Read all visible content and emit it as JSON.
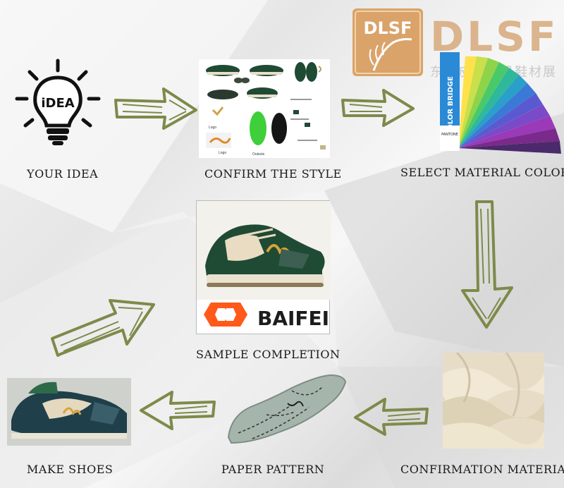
{
  "brand": {
    "dlsf_badge": "DLSF",
    "dlsf_text": "DLSF",
    "dlsf_chinese": "东莞皮革鞋机鞋材展",
    "baifei": "BAIFEI",
    "logo_color": "#d9a36a",
    "baifei_color": "#ff5a1a"
  },
  "steps": {
    "idea": "YOUR IDEA",
    "style": "CONFIRM THE STYLE",
    "color": "SELECT MATERIAL COLOR",
    "material": "CONFIRMATION MATERIAL",
    "pattern": "PAPER PATTERN",
    "make": "MAKE SHOES",
    "sample": "SAMPLE COMPLETION"
  },
  "idea_bulb": {
    "text": "iDEA"
  },
  "style_sheet": {
    "labels": [
      "Logo",
      "Logo",
      "Outsole"
    ]
  },
  "color_fan": {
    "title": "COLOR BRIDGE",
    "brand": "PANTONE"
  },
  "colors": {
    "arrow": "#7d8a4a",
    "label": "#1a1a1a",
    "shoe_green": "#1f4a34"
  }
}
